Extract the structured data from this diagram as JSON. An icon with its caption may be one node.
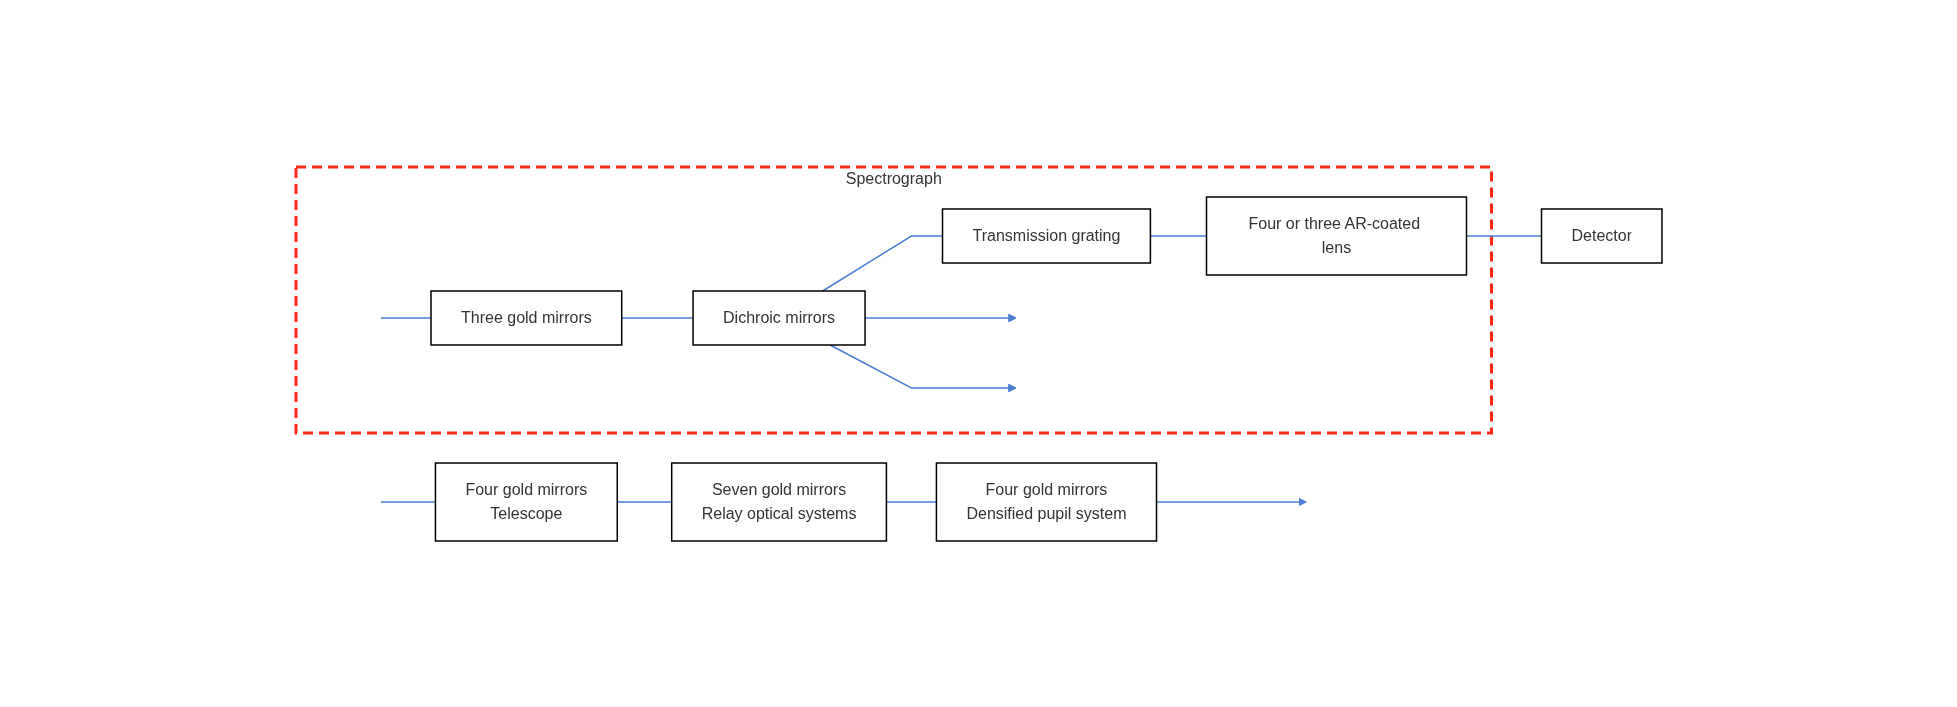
{
  "diagram": {
    "nodes": [
      {
        "text": [
          "Four gold mirrors",
          "Telescope"
        ]
      },
      {
        "text": [
          "Seven gold mirrors",
          "Relay optical systems"
        ]
      },
      {
        "text": [
          "Four gold mirrors",
          "Densified pupil system"
        ]
      },
      {
        "text": [
          "Spectrograph"
        ]
      },
      {
        "text": [
          "Three gold mirrors"
        ],
        "in": 3
      },
      {
        "text": [
          "Dichroic mirrors"
        ],
        "in": 3
      },
      {
        "text": [
          "Transmission grating"
        ],
        "in": 3
      },
      {
        "text": [
          "Four or three AR-coated lens"
        ],
        "in": 3
      },
      {
        "text": [
          "Detector"
        ]
      }
    ],
    "edges": [
      {
        "from": null,
        "to": 0,
        "arrow": "none"
      },
      {
        "from": 0,
        "to": 1,
        "arrow": "none"
      },
      {
        "from": 1,
        "to": 2,
        "arrow": "none"
      },
      {
        "from": 2,
        "to": null,
        "arrow": "to"
      },
      {
        "from": null,
        "to": 4,
        "arrow": "none"
      },
      {
        "from": 4,
        "to": 5,
        "arrow": "none"
      },
      {
        "from": 5,
        "to": 6,
        "arrow": "none"
      },
      {
        "from": 6,
        "to": 7,
        "arrow": "none"
      },
      {
        "from": 7,
        "to": 8,
        "arrow": "none"
      },
      {
        "from": 5,
        "to": null,
        "arrow": "to"
      },
      {
        "from": 5,
        "to": null,
        "arrow": "to"
      }
    ]
  }
}
